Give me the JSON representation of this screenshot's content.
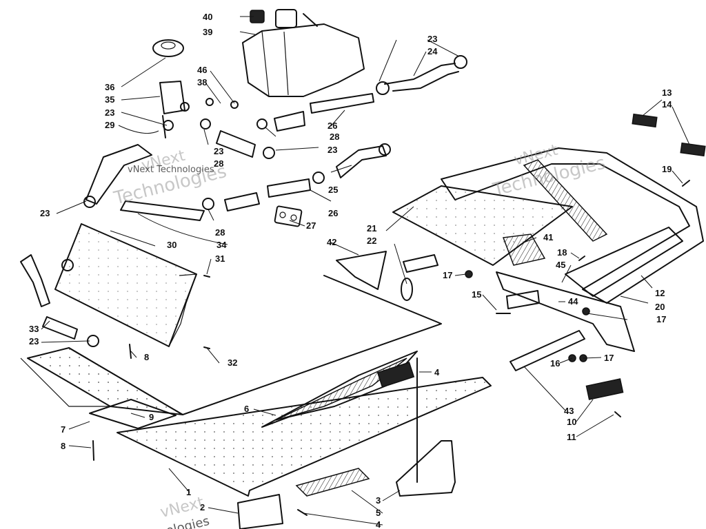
{
  "watermarks": [
    {
      "line1": "vNext",
      "line2": "Technologies"
    },
    {
      "line1": "vNext Technologies",
      "line2": ""
    },
    {
      "line1": "vNext",
      "line2": "Technologies"
    },
    {
      "line1": "vNext",
      "line2": "Technologies"
    }
  ],
  "callouts": [
    "40",
    "39",
    "36",
    "35",
    "23",
    "29",
    "46",
    "38",
    "23",
    "24",
    "28",
    "26",
    "23",
    "28",
    "23",
    "25",
    "26",
    "27",
    "28",
    "34",
    "30",
    "31",
    "23",
    "33",
    "23",
    "8",
    "32",
    "42",
    "22",
    "21",
    "41",
    "18",
    "45",
    "44",
    "17",
    "15",
    "17",
    "16",
    "17",
    "13",
    "14",
    "19",
    "12",
    "20",
    "4",
    "6",
    "9",
    "7",
    "8",
    "43",
    "10",
    "11",
    "1",
    "2",
    "3",
    "5",
    "4"
  ]
}
